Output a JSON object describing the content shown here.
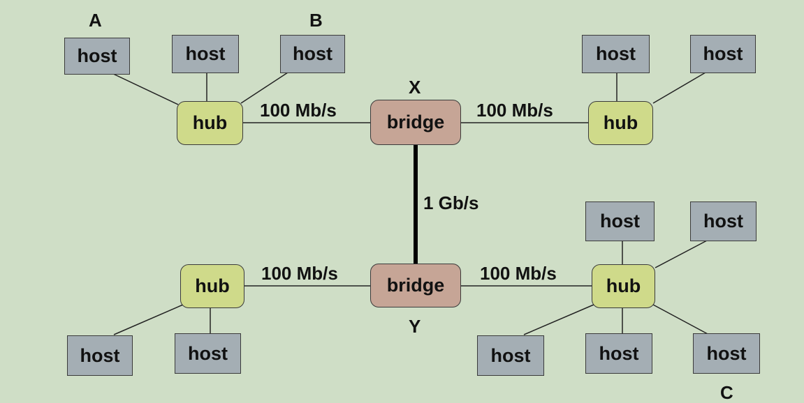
{
  "labels": {
    "host": "host",
    "hub": "hub",
    "bridge": "bridge",
    "rate_100": "100 Mb/s",
    "rate_1g": "1 Gb/s",
    "bridge_x": "X",
    "bridge_y": "Y",
    "host_a": "A",
    "host_b": "B",
    "host_c": "C"
  },
  "colors": {
    "background": "#cfdec6",
    "host_fill": "#a4aeb4",
    "hub_fill": "#cfda8a",
    "bridge_fill": "#c6a596"
  }
}
